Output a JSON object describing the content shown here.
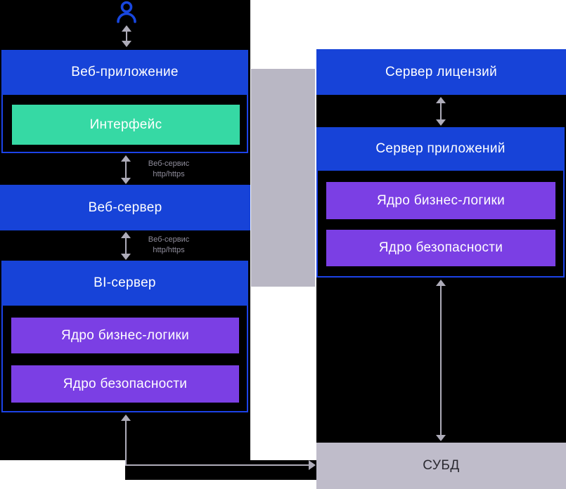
{
  "left_column": {
    "web_app": {
      "title": "Веб-приложение",
      "interface_label": "Интерфейс"
    },
    "web_server": {
      "title": "Веб-сервер"
    },
    "bi_server": {
      "title": "BI-сервер",
      "core1": "Ядро бизнес-логики",
      "core2": "Ядро безопасности"
    },
    "link_label": {
      "line1": "Веб-сервис",
      "line2": "http/https"
    }
  },
  "right_column": {
    "license_server": {
      "title": "Сервер лицензий"
    },
    "app_server": {
      "title": "Сервер приложений",
      "core1": "Ядро бизнес-логики",
      "core2": "Ядро безопасности"
    },
    "dbms": {
      "title": "СУБД"
    }
  },
  "icons": {
    "user": "user-icon"
  },
  "colors": {
    "box_blue": "#1743d8",
    "container_border_blue": "#1c43e8",
    "interface_green": "#36d9a4",
    "core_purple": "#7b3fe4",
    "middle_gray_bar": "#b9b7c4",
    "dbms_gray": "#bfbcca",
    "arrow_gray": "#aeacb9",
    "connector_label_gray": "#8f8d9b"
  }
}
